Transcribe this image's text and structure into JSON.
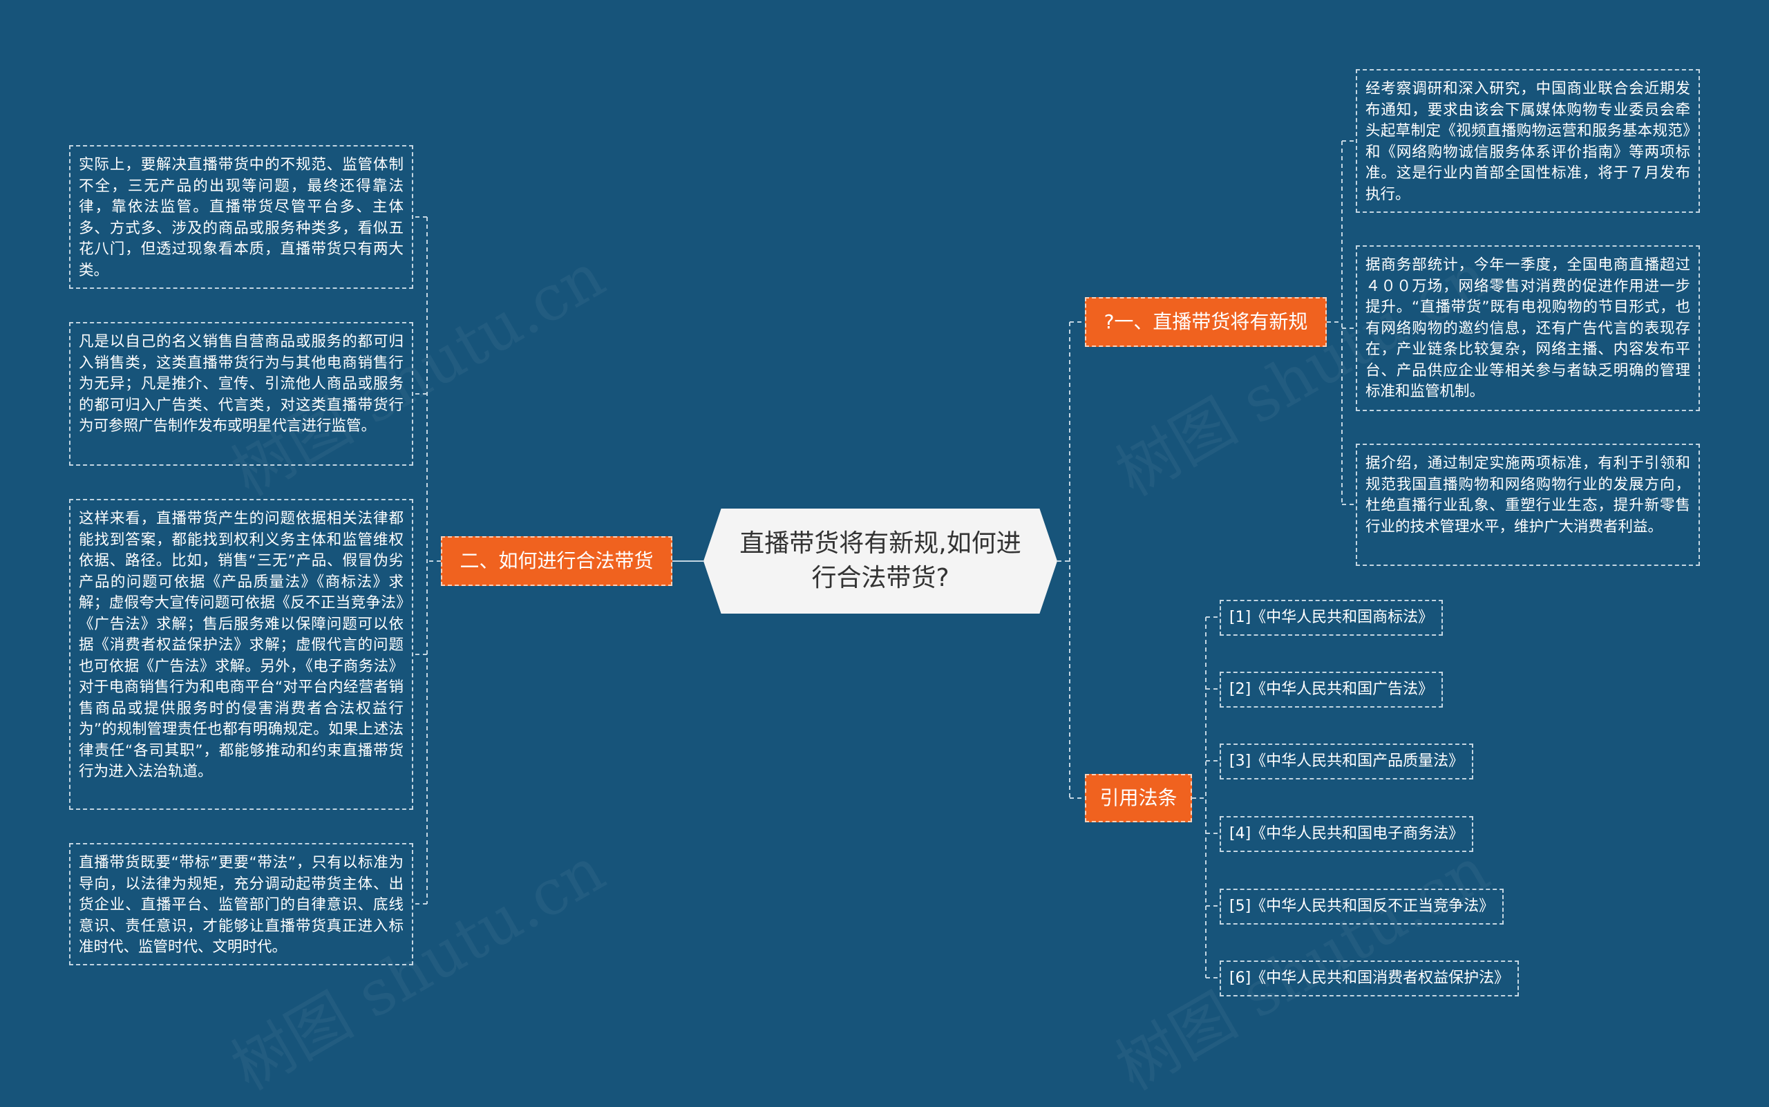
{
  "center": {
    "title": "直播带货将有新规,如何进行合法带货?"
  },
  "branches": {
    "rules": {
      "label": "?一、直播带货将有新规",
      "leaves": [
        "经考察调研和深入研究，中国商业联合会近期发布通知，要求由该会下属媒体购物专业委员会牵头起草制定《视频直播购物运营和服务基本规范》和《网络购物诚信服务体系评价指南》等两项标准。这是行业内首部全国性标准，将于７月发布执行。",
        "据商务部统计，今年一季度，全国电商直播超过４００万场，网络零售对消费的促进作用进一步提升。“直播带货”既有电视购物的节目形式，也有网络购物的邀约信息，还有广告代言的表现存在，产业链条比较复杂，网络主播、内容发布平台、产品供应企业等相关参与者缺乏明确的管理标准和监管机制。",
        "据介绍，通过制定实施两项标准，有利于引领和规范我国直播购物和网络购物行业的发展方向，杜绝直播行业乱象、重塑行业生态，提升新零售行业的技术管理水平，维护广大消费者利益。"
      ]
    },
    "legal": {
      "label": "二、如何进行合法带货",
      "leaves": [
        "实际上，要解决直播带货中的不规范、监管体制不全，三无产品的出现等问题，最终还得靠法律，靠依法监管。直播带货尽管平台多、主体多、方式多、涉及的商品或服务种类多，看似五花八门，但透过现象看本质，直播带货只有两大类。",
        "凡是以自己的名义销售自营商品或服务的都可归入销售类，这类直播带货行为与其他电商销售行为无异；凡是推介、宣传、引流他人商品或服务的都可归入广告类、代言类，对这类直播带货行为可参照广告制作发布或明星代言进行监管。",
        "这样来看，直播带货产生的问题依据相关法律都能找到答案，都能找到权利义务主体和监管维权依据、路径。比如，销售“三无”产品、假冒伪劣产品的问题可依据《产品质量法》《商标法》求解；虚假夸大宣传问题可依据《反不正当竞争法》《广告法》求解；售后服务难以保障问题可以依据《消费者权益保护法》求解；虚假代言的问题也可依据《广告法》求解。另外，《电子商务法》对于电商销售行为和电商平台“对平台内经营者销售商品或提供服务时的侵害消费者合法权益行为”的规制管理责任也都有明确规定。如果上述法律责任“各司其职”，都能够推动和约束直播带货行为进入法治轨道。",
        "直播带货既要“带标”更要“带法”，只有以标准为导向，以法律为规矩，充分调动起带货主体、出货企业、直播平台、监管部门的自律意识、底线意识、责任意识，才能够让直播带货真正进入标准时代、监管时代、文明时代。"
      ]
    },
    "refs": {
      "label": "引用法条",
      "leaves": [
        "[1]《中华人民共和国商标法》",
        "[2]《中华人民共和国广告法》",
        "[3]《中华人民共和国产品质量法》",
        "[4]《中华人民共和国电子商务法》",
        "[5]《中华人民共和国反不正当竞争法》",
        "[6]《中华人民共和国消费者权益保护法》"
      ]
    }
  },
  "colors": {
    "background": "#17547a",
    "branch": "#f0621f",
    "center": "#f4f4f4",
    "connector": "#c4d6e2"
  }
}
